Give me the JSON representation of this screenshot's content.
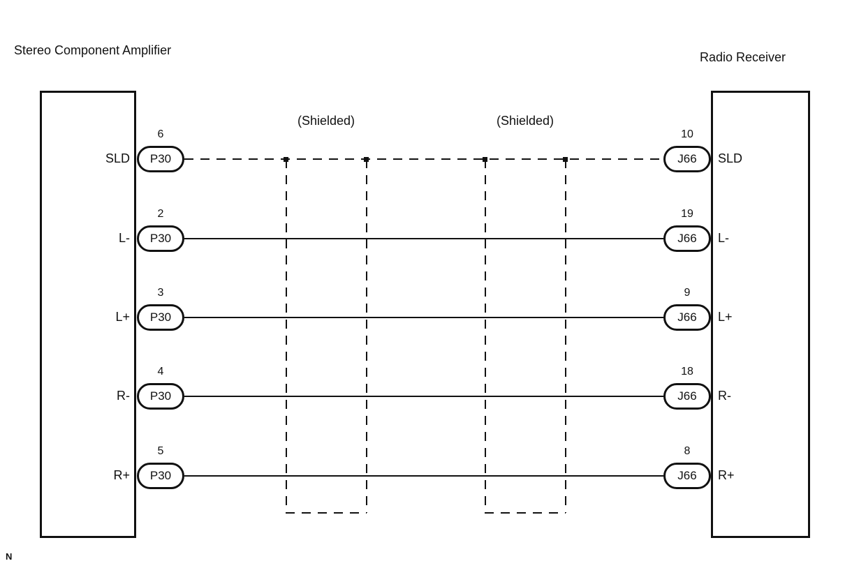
{
  "diagram": {
    "left_component": "Stereo Component Amplifier",
    "right_component": "Radio Receiver",
    "note": "N",
    "colors": {
      "line": "#111111",
      "background": "#ffffff"
    },
    "shields": [
      {
        "label": "(Shielded)"
      },
      {
        "label": "(Shielded)"
      }
    ],
    "wires": [
      {
        "signal_left": "SLD",
        "left_pin": "6",
        "left_connector": "P30",
        "right_pin": "10",
        "right_connector": "J66",
        "signal_right": "SLD",
        "style": "dashed"
      },
      {
        "signal_left": "L-",
        "left_pin": "2",
        "left_connector": "P30",
        "right_pin": "19",
        "right_connector": "J66",
        "signal_right": "L-",
        "style": "solid"
      },
      {
        "signal_left": "L+",
        "left_pin": "3",
        "left_connector": "P30",
        "right_pin": "9",
        "right_connector": "J66",
        "signal_right": "L+",
        "style": "solid"
      },
      {
        "signal_left": "R-",
        "left_pin": "4",
        "left_connector": "P30",
        "right_pin": "18",
        "right_connector": "J66",
        "signal_right": "R-",
        "style": "solid"
      },
      {
        "signal_left": "R+",
        "left_pin": "5",
        "left_connector": "P30",
        "right_pin": "8",
        "right_connector": "J66",
        "signal_right": "R+",
        "style": "solid"
      }
    ]
  }
}
